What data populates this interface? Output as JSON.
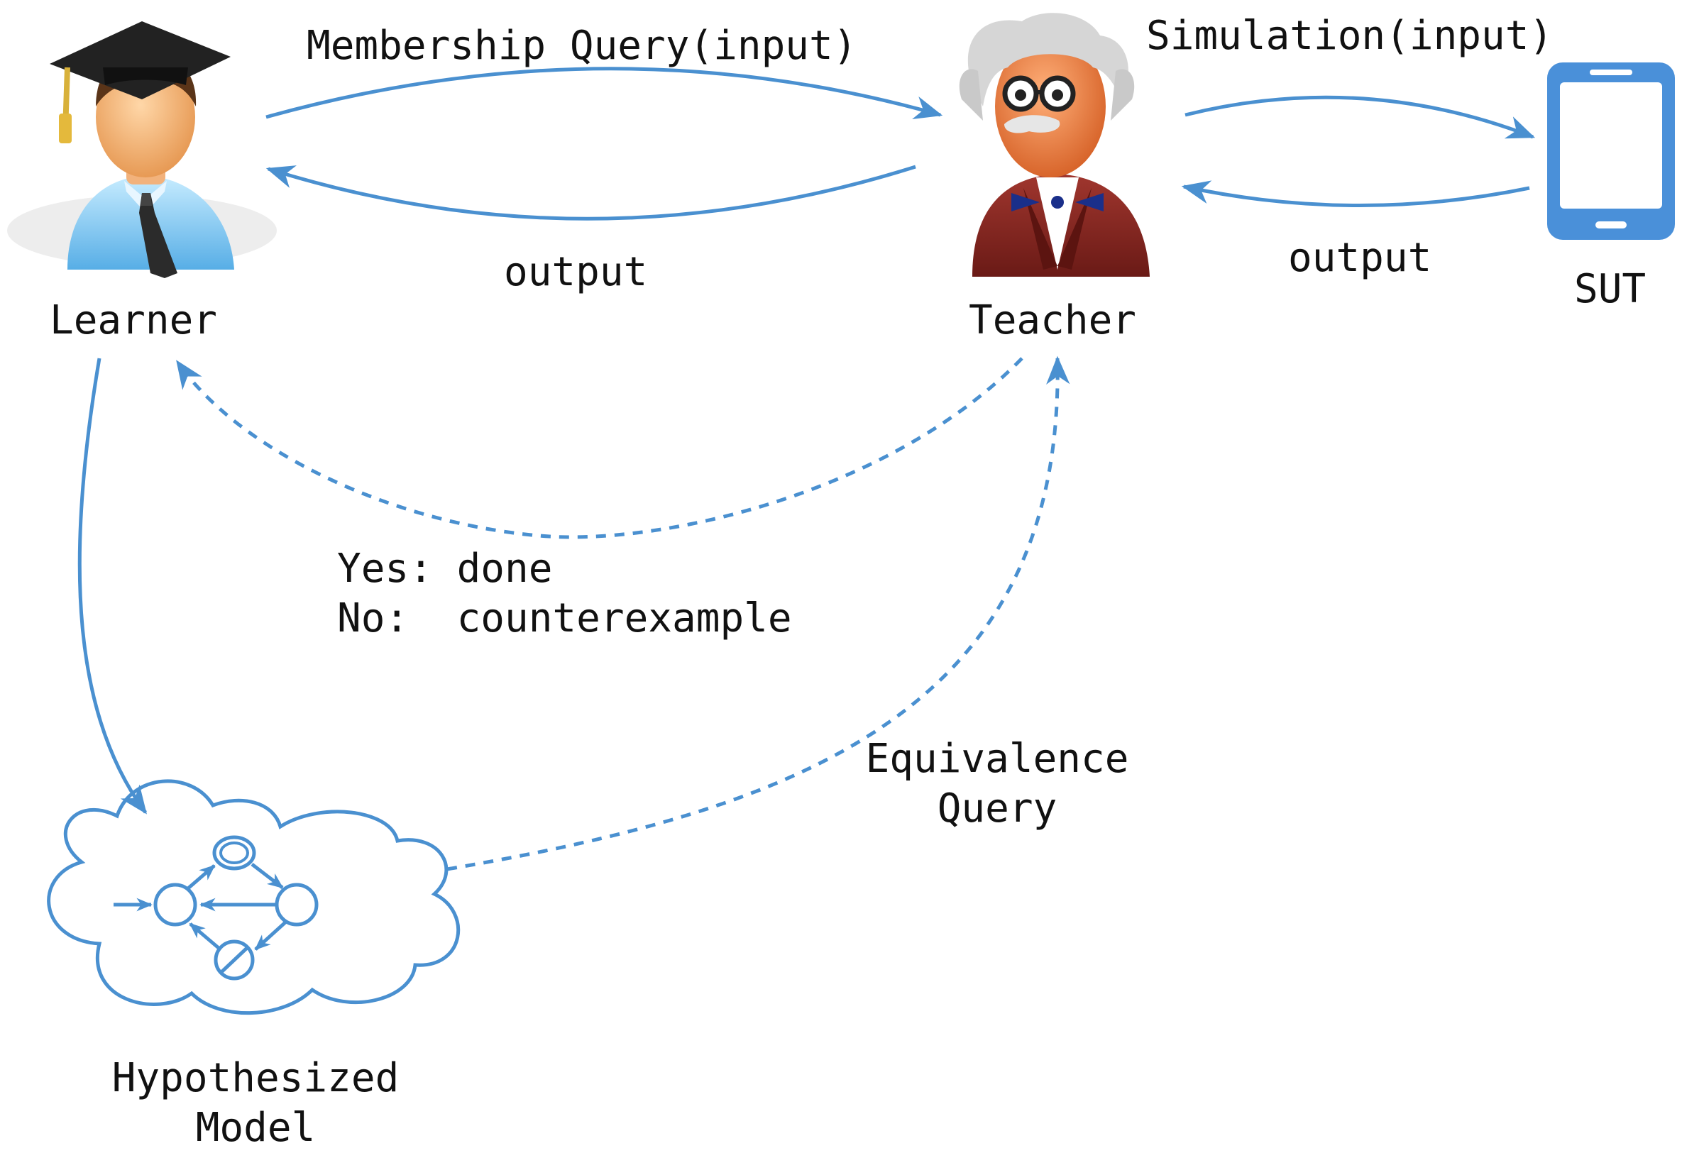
{
  "colors": {
    "arrow": "#4a90d0",
    "text": "#111111",
    "device": "#4a90d9"
  },
  "actors": {
    "learner": {
      "label": "Learner",
      "icon": "graduate-student-icon"
    },
    "teacher": {
      "label": "Teacher",
      "icon": "professor-icon"
    },
    "sut": {
      "label": "SUT",
      "icon": "smartphone-icon"
    },
    "model": {
      "label_line1": "Hypothesized",
      "label_line2": "Model",
      "icon": "state-machine-cloud-icon"
    }
  },
  "edges": {
    "membership_query": "Membership Query(input)",
    "learner_output": "output",
    "simulation": "Simulation(input)",
    "sut_output": "output",
    "answer_yes": "Yes: done",
    "answer_no": "No:  counterexample",
    "equivalence_line1": "Equivalence",
    "equivalence_line2": "Query"
  }
}
